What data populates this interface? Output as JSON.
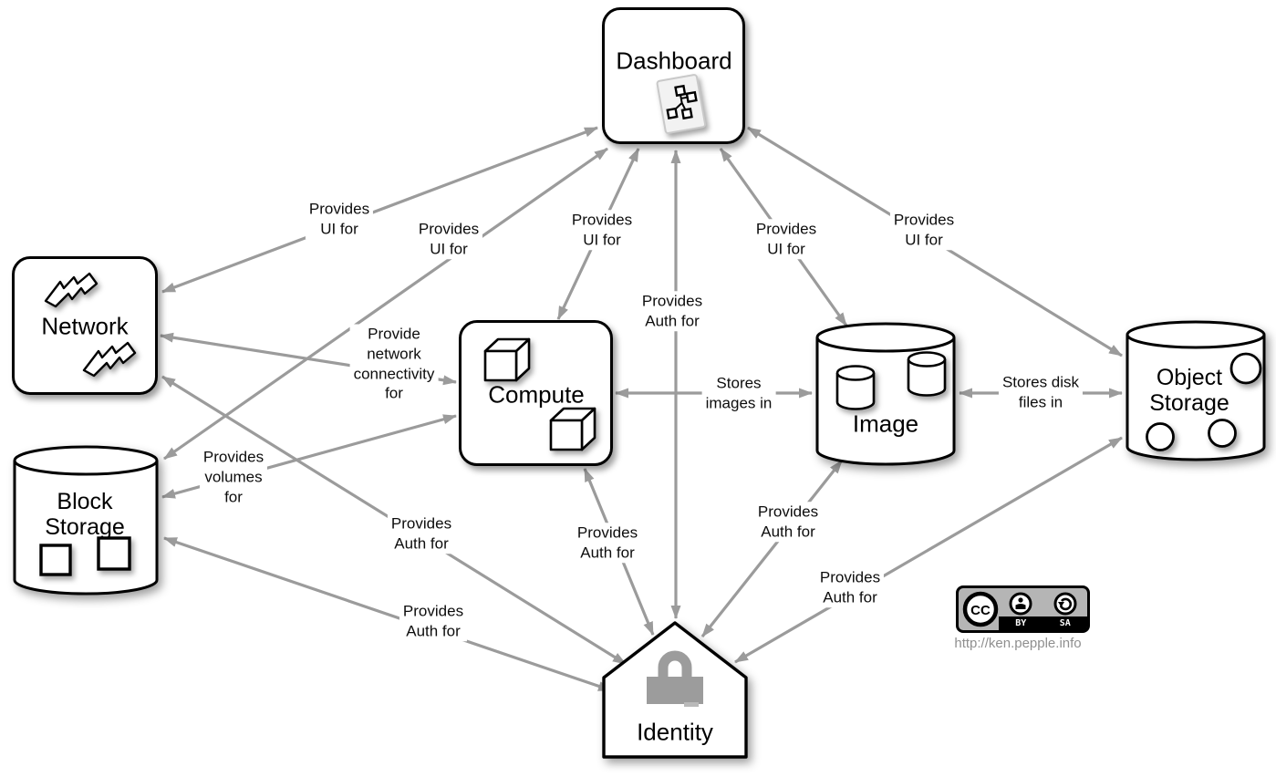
{
  "nodes": {
    "dashboard": {
      "label": "Dashboard"
    },
    "network": {
      "label": "Network"
    },
    "compute": {
      "label": "Compute"
    },
    "image": {
      "label": "Image"
    },
    "object_storage": {
      "label": "Object\nStorage"
    },
    "block_storage": {
      "label": "Block\nStorage"
    },
    "identity": {
      "label": "Identity"
    }
  },
  "edges": [
    {
      "from": "dashboard",
      "to": "network",
      "label": "Provides\nUI for"
    },
    {
      "from": "dashboard",
      "to": "block_storage",
      "label": "Provides\nUI for"
    },
    {
      "from": "dashboard",
      "to": "compute",
      "label": "Provides\nUI for"
    },
    {
      "from": "dashboard",
      "to": "image",
      "label": "Provides\nUI for"
    },
    {
      "from": "dashboard",
      "to": "object_storage",
      "label": "Provides\nUI for"
    },
    {
      "from": "identity",
      "to": "dashboard",
      "label": "Provides\nAuth for"
    },
    {
      "from": "identity",
      "to": "network",
      "label": "Provides\nAuth for"
    },
    {
      "from": "identity",
      "to": "compute",
      "label": "Provides\nAuth for"
    },
    {
      "from": "identity",
      "to": "image",
      "label": "Provides\nAuth for"
    },
    {
      "from": "identity",
      "to": "object_storage",
      "label": "Provides\nAuth for"
    },
    {
      "from": "identity",
      "to": "block_storage",
      "label": "Provides\nAuth for"
    },
    {
      "from": "network",
      "to": "compute",
      "label": "Provide\nnetwork\nconnectivity\nfor"
    },
    {
      "from": "block_storage",
      "to": "compute",
      "label": "Provides\nvolumes\nfor"
    },
    {
      "from": "compute",
      "to": "image",
      "label": "Stores\nimages in"
    },
    {
      "from": "image",
      "to": "object_storage",
      "label": "Stores disk\nfiles in"
    }
  ],
  "license": {
    "cc": "CC",
    "by": "BY",
    "sa": "SA",
    "url": "http://ken.pepple.info"
  },
  "colors": {
    "connector": "#9b9b9b",
    "node_border": "#000000",
    "node_fill": "#ffffff",
    "lock_gray": "#9c9c9c",
    "badge_bg": "#b5b5b5"
  }
}
